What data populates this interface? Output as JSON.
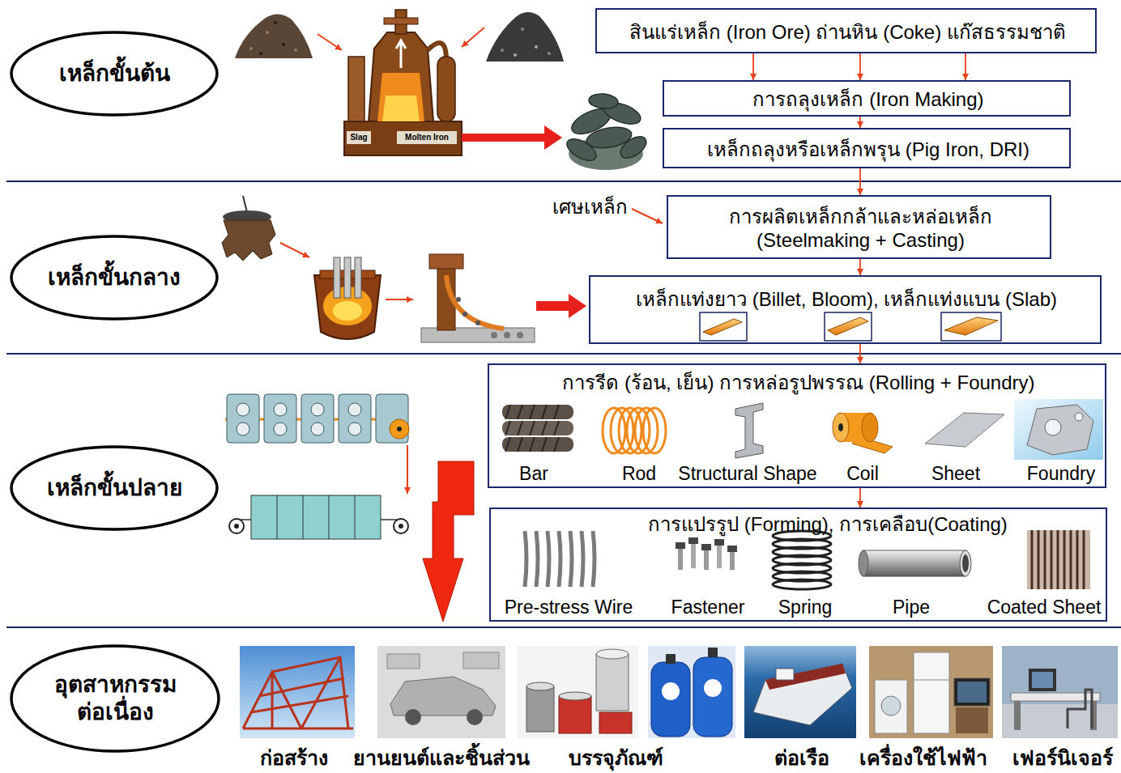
{
  "diagram": {
    "nodes": [
      {
        "text": [
          "เหล็กขั้นต้น"
        ]
      },
      {
        "text": [
          "สินแร่เหล็ก (Iron Ore) ถ่านหิน (Coke) แก๊สธรรมชาติ"
        ]
      },
      {
        "text": [
          "การถลุงเหล็ก (Iron Making)"
        ]
      },
      {
        "text": [
          "เหล็กถลุงหรือเหล็กพรุน (Pig Iron, DRI)"
        ]
      },
      {
        "text": [
          "เหล็กขั้นกลาง"
        ]
      },
      {
        "text": [
          "การผลิตเหล็กกล้าและหล่อเหล็ก (Steelmaking + Casting)"
        ]
      },
      {
        "text": [
          "เหล็กแท่งยาว (Billet, Bloom), เหล็กแท่งแบน (Slab)"
        ]
      },
      {
        "text": [
          "เหล็กขั้นปลาย"
        ]
      },
      {
        "text": [
          "การรีด (ร้อน, เย็น) การหล่อรูปพรรณ (Rolling + Foundry)",
          "Bar",
          "Rod",
          "Structural Shape",
          "Coil",
          "Sheet",
          "Foundry"
        ]
      },
      {
        "text": [
          "การแปรรูป (Forming), การเคลือบ(Coating)",
          "Pre-stress Wire",
          "Fastener",
          "Spring",
          "Pipe",
          "Coated Sheet"
        ]
      },
      {
        "text": [
          "อุตสาหกรรม ต่อเนื่อง"
        ]
      }
    ],
    "edges": [
      {
        "from": 1,
        "to": 2,
        "arrow": "to"
      },
      {
        "from": 1,
        "to": 2,
        "arrow": "to"
      },
      {
        "from": 1,
        "to": 2,
        "arrow": "to"
      },
      {
        "from": 2,
        "to": 3,
        "arrow": "to"
      },
      {
        "from": 3,
        "to": 5,
        "arrow": "to"
      },
      {
        "from": 5,
        "to": 6,
        "arrow": "to"
      },
      {
        "from": 6,
        "to": 8,
        "arrow": "to"
      },
      {
        "from": 8,
        "to": 9,
        "arrow": "to"
      }
    ],
    "labels": [
      "Slag",
      "Molten Iron",
      "เศษเหล็ก",
      "ก่อสร้าง",
      "ยานยนต์และชิ้นส่วน",
      "บรรจุภัณฑ์",
      "ต่อเรือ",
      "เครื่องใช้ไฟฟ้า",
      "เฟอร์นิเจอร์"
    ]
  }
}
